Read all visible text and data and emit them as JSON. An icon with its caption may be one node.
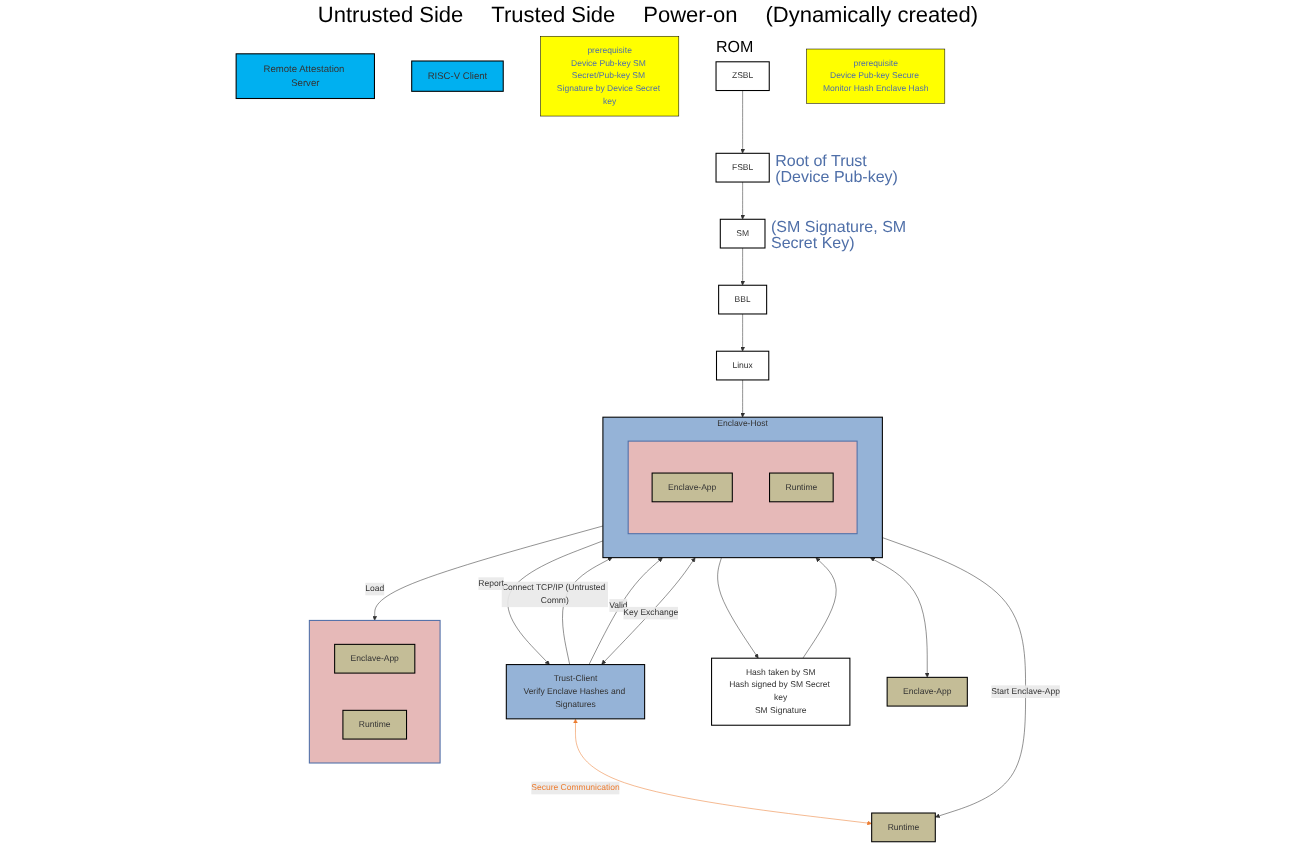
{
  "diagram": {
    "nodes": [
      {
        "text": [
          "Remote Attestation Server"
        ]
      },
      {
        "text": [
          "RISC-V Client"
        ]
      },
      {
        "text": [
          "prerequisite",
          "Device Pub-key SM Secret/Pub-key SM Signature by Device Secret key"
        ]
      },
      {
        "text": [
          "ZSBL"
        ],
        "beside": [
          "ROM"
        ]
      },
      {
        "text": [
          "FSBL"
        ],
        "beside": [
          "Root of Trust (Device Pub-key)"
        ]
      },
      {
        "text": [
          "SM"
        ],
        "beside": [
          "(SM Signature, SM Secret Key)"
        ]
      },
      {
        "text": [
          "BBL"
        ]
      },
      {
        "text": [
          "Linux"
        ]
      },
      {
        "text": [
          "Enclave-Host"
        ]
      },
      {
        "text": [],
        "shape": "box",
        "in": 8
      },
      {
        "text": [
          "Enclave-App"
        ],
        "in": 9
      },
      {
        "text": [
          "Runtime"
        ],
        "in": 9
      },
      {
        "text": [
          "prerequisite",
          "Device Pub-key Secure Monitor Hash Enclave Hash"
        ]
      },
      {
        "text": [
          "Trust-Client",
          "Verify Enclave Hashes and Signatures"
        ]
      },
      {
        "text": [],
        "shape": "box"
      },
      {
        "text": [
          "Enclave-App"
        ],
        "in": 14
      },
      {
        "text": [
          "Runtime"
        ],
        "in": 14
      },
      {
        "text": [
          "Hash taken by SM",
          "Hash signed by SM Secret key",
          "SM Signature"
        ]
      },
      {
        "text": [
          "Enclave-App"
        ]
      },
      {
        "text": [
          "Runtime"
        ]
      }
    ],
    "edges": [
      {
        "from": 3,
        "to": 4,
        "arrow": "to"
      },
      {
        "from": 4,
        "to": 5,
        "arrow": "to"
      },
      {
        "from": 5,
        "to": 6,
        "arrow": "to"
      },
      {
        "from": 6,
        "to": 7,
        "arrow": "to"
      },
      {
        "from": 7,
        "to": 8,
        "arrow": "to"
      },
      {
        "from": 13,
        "to": 8,
        "label": "Connect TCP/IP (Untrusted Comm)",
        "arrow": "to"
      },
      {
        "from": 8,
        "to": 14,
        "label": "Load",
        "arrow": "to"
      },
      {
        "from": 17,
        "to": 8,
        "arrow": "to"
      },
      {
        "from": 8,
        "to": 13,
        "label": "Report",
        "arrow": "to"
      },
      {
        "from": 13,
        "to": 8,
        "label": "Valid",
        "arrow": "to"
      },
      {
        "from": 8,
        "to": 17,
        "arrow": "to"
      },
      {
        "from": 13,
        "to": 8,
        "label": "Key Exchange",
        "arrow": "both"
      },
      {
        "from": 8,
        "to": 18,
        "arrow": "both"
      },
      {
        "from": 13,
        "to": 19,
        "label": "Secure Communication",
        "arrow": "both",
        "color": "#ed7d31"
      },
      {
        "from": 8,
        "to": 19,
        "label": "Start Enclave-App",
        "arrow": "to"
      }
    ],
    "labels": [
      "Untrusted Side",
      "Trusted Side",
      "Power-on",
      "(Dynamically created)"
    ]
  }
}
